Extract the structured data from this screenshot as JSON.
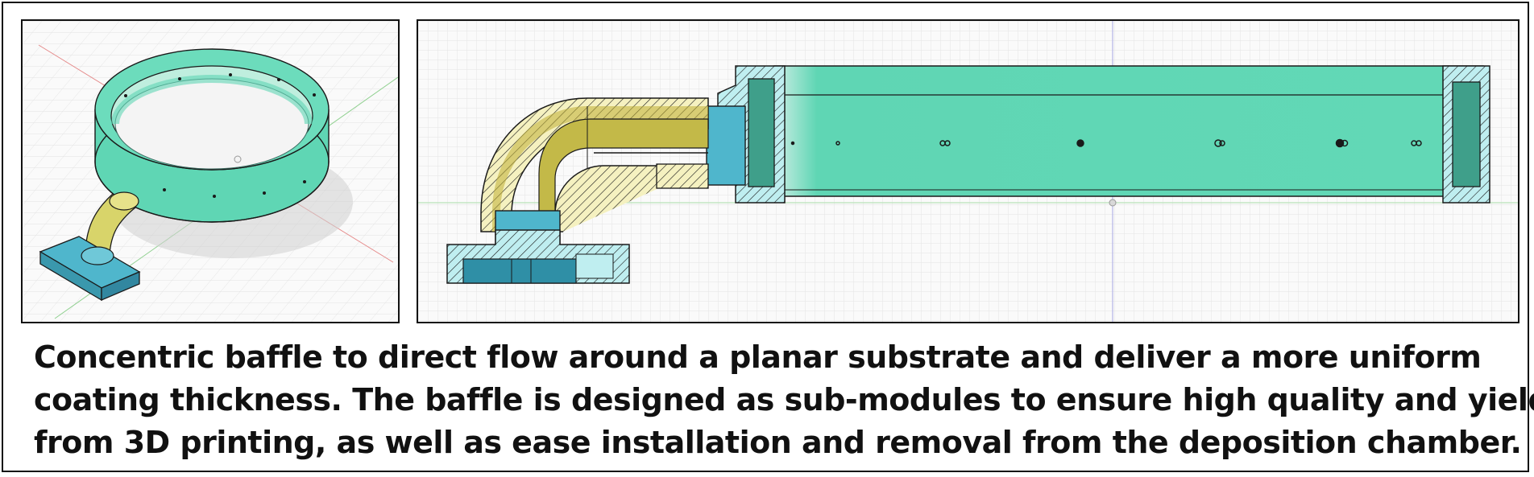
{
  "caption": {
    "lines": [
      "Concentric baffle to direct flow around a planar substrate and deliver a more uniform",
      "coating thickness. The baffle is designed as sub-modules to ensure high quality and yield",
      "from 3D printing, as well as ease installation and removal from the deposition chamber."
    ]
  },
  "colors": {
    "baffle_teal": "#5fd6b4",
    "elbow_yellow": "#d8d46a",
    "base_blue": "#4fb6cc",
    "outline": "#1a1a1a",
    "grid": "#dcdcdc"
  },
  "panels": {
    "isometric": {
      "view": "isometric-3d-model"
    },
    "section": {
      "view": "cross-section"
    }
  }
}
